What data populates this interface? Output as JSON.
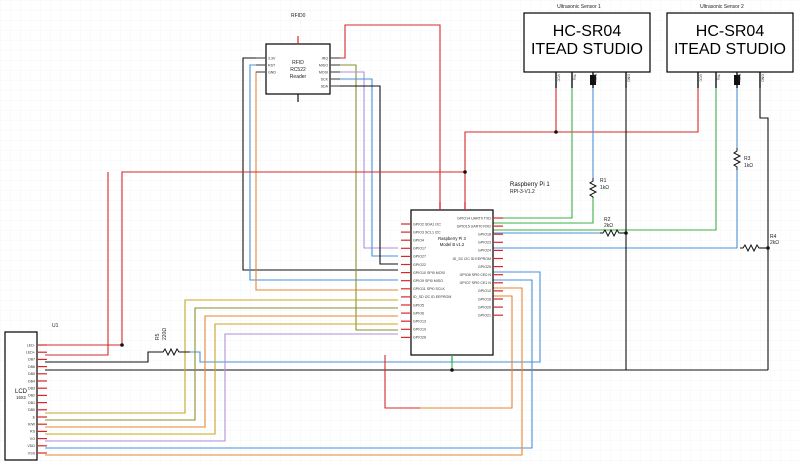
{
  "colors": {
    "background": "#ffffff",
    "grid": "#e6ecf5",
    "red": "#d62828",
    "green": "#3cb043",
    "blue": "#4a90d9",
    "black": "#111111",
    "orange": "#e8862e",
    "yellow": "#c8a51e",
    "lavender": "#b08fd8",
    "olive": "#8a8f2a",
    "pin_red": "#d62828"
  },
  "rfid": {
    "ref": "RFID0",
    "title": "RFID",
    "subtitle": "RC522",
    "subtitle2": "Reader",
    "left_pins": [
      "3.3V",
      "RST",
      "GND"
    ],
    "right_pins": [
      "IRQ",
      "MISO",
      "MOSI",
      "SCK",
      "SDA"
    ]
  },
  "sensor1": {
    "ref": "Ultrasonic Sensor 1",
    "line1": "HC-SR04",
    "line2": "ITEAD STUDIO",
    "pins": [
      "VCC",
      "Trig",
      "Echo",
      "GND"
    ]
  },
  "sensor2": {
    "ref": "Ultrasonic Sensor 2",
    "line1": "HC-SR04",
    "line2": "ITEAD STUDIO",
    "pins": [
      "VCC",
      "Trig",
      "Echo",
      "GND"
    ]
  },
  "pi": {
    "ref": "Raspberry Pi 1",
    "part": "RPI-3-V1.2",
    "title1": "Raspberry Pi 3",
    "title2": "Model B v1.2",
    "left_pins": [
      "GPIO2 SDA1 I2C",
      "GPIO3 SCL1 I2C",
      "GPIO4",
      "GPIO17",
      "GPIO27",
      "GPIO22",
      "GPIO10 SPI0 MOSI",
      "GPIO9 SPI0 MISO",
      "GPIO11 SPI0 SCLK",
      "ID_SD I2C ID EEPROM",
      "GPIO5",
      "GPIO6",
      "GPIO13",
      "GPIO19",
      "GPIO26"
    ],
    "right_pins": [
      "GPIO14 UART0 TXD",
      "GPIO15 UART0 RXD",
      "GPIO18",
      "GPIO23",
      "GPIO24",
      "ID_SC I2C ID EEPROM",
      "GPIO25",
      "GPIO8 SPI0 CE0 N",
      "GPIO7 SPI0 CE1 N",
      "GPIO12",
      "GPIO16",
      "GPIO20",
      "GPIO21"
    ]
  },
  "resistors": {
    "r1_name": "R1",
    "r1_value": "1kΩ",
    "r2_name": "R2",
    "r2_value": "2kΩ",
    "r3_name": "R3",
    "r3_value": "1kΩ",
    "r4_name": "R4",
    "r4_value": "2kΩ",
    "r5_name": "R5",
    "r5_value": "220Ω"
  },
  "lcd": {
    "ref": "U1",
    "title": "LCD",
    "subtitle": "16X2",
    "pins": [
      "LED-",
      "LED+",
      "DB7",
      "DB6",
      "DB5",
      "DB4",
      "DB3",
      "DB2",
      "DB1",
      "DB0",
      "E",
      "R/W",
      "RS",
      "VO",
      "VDD",
      "VSS"
    ]
  }
}
